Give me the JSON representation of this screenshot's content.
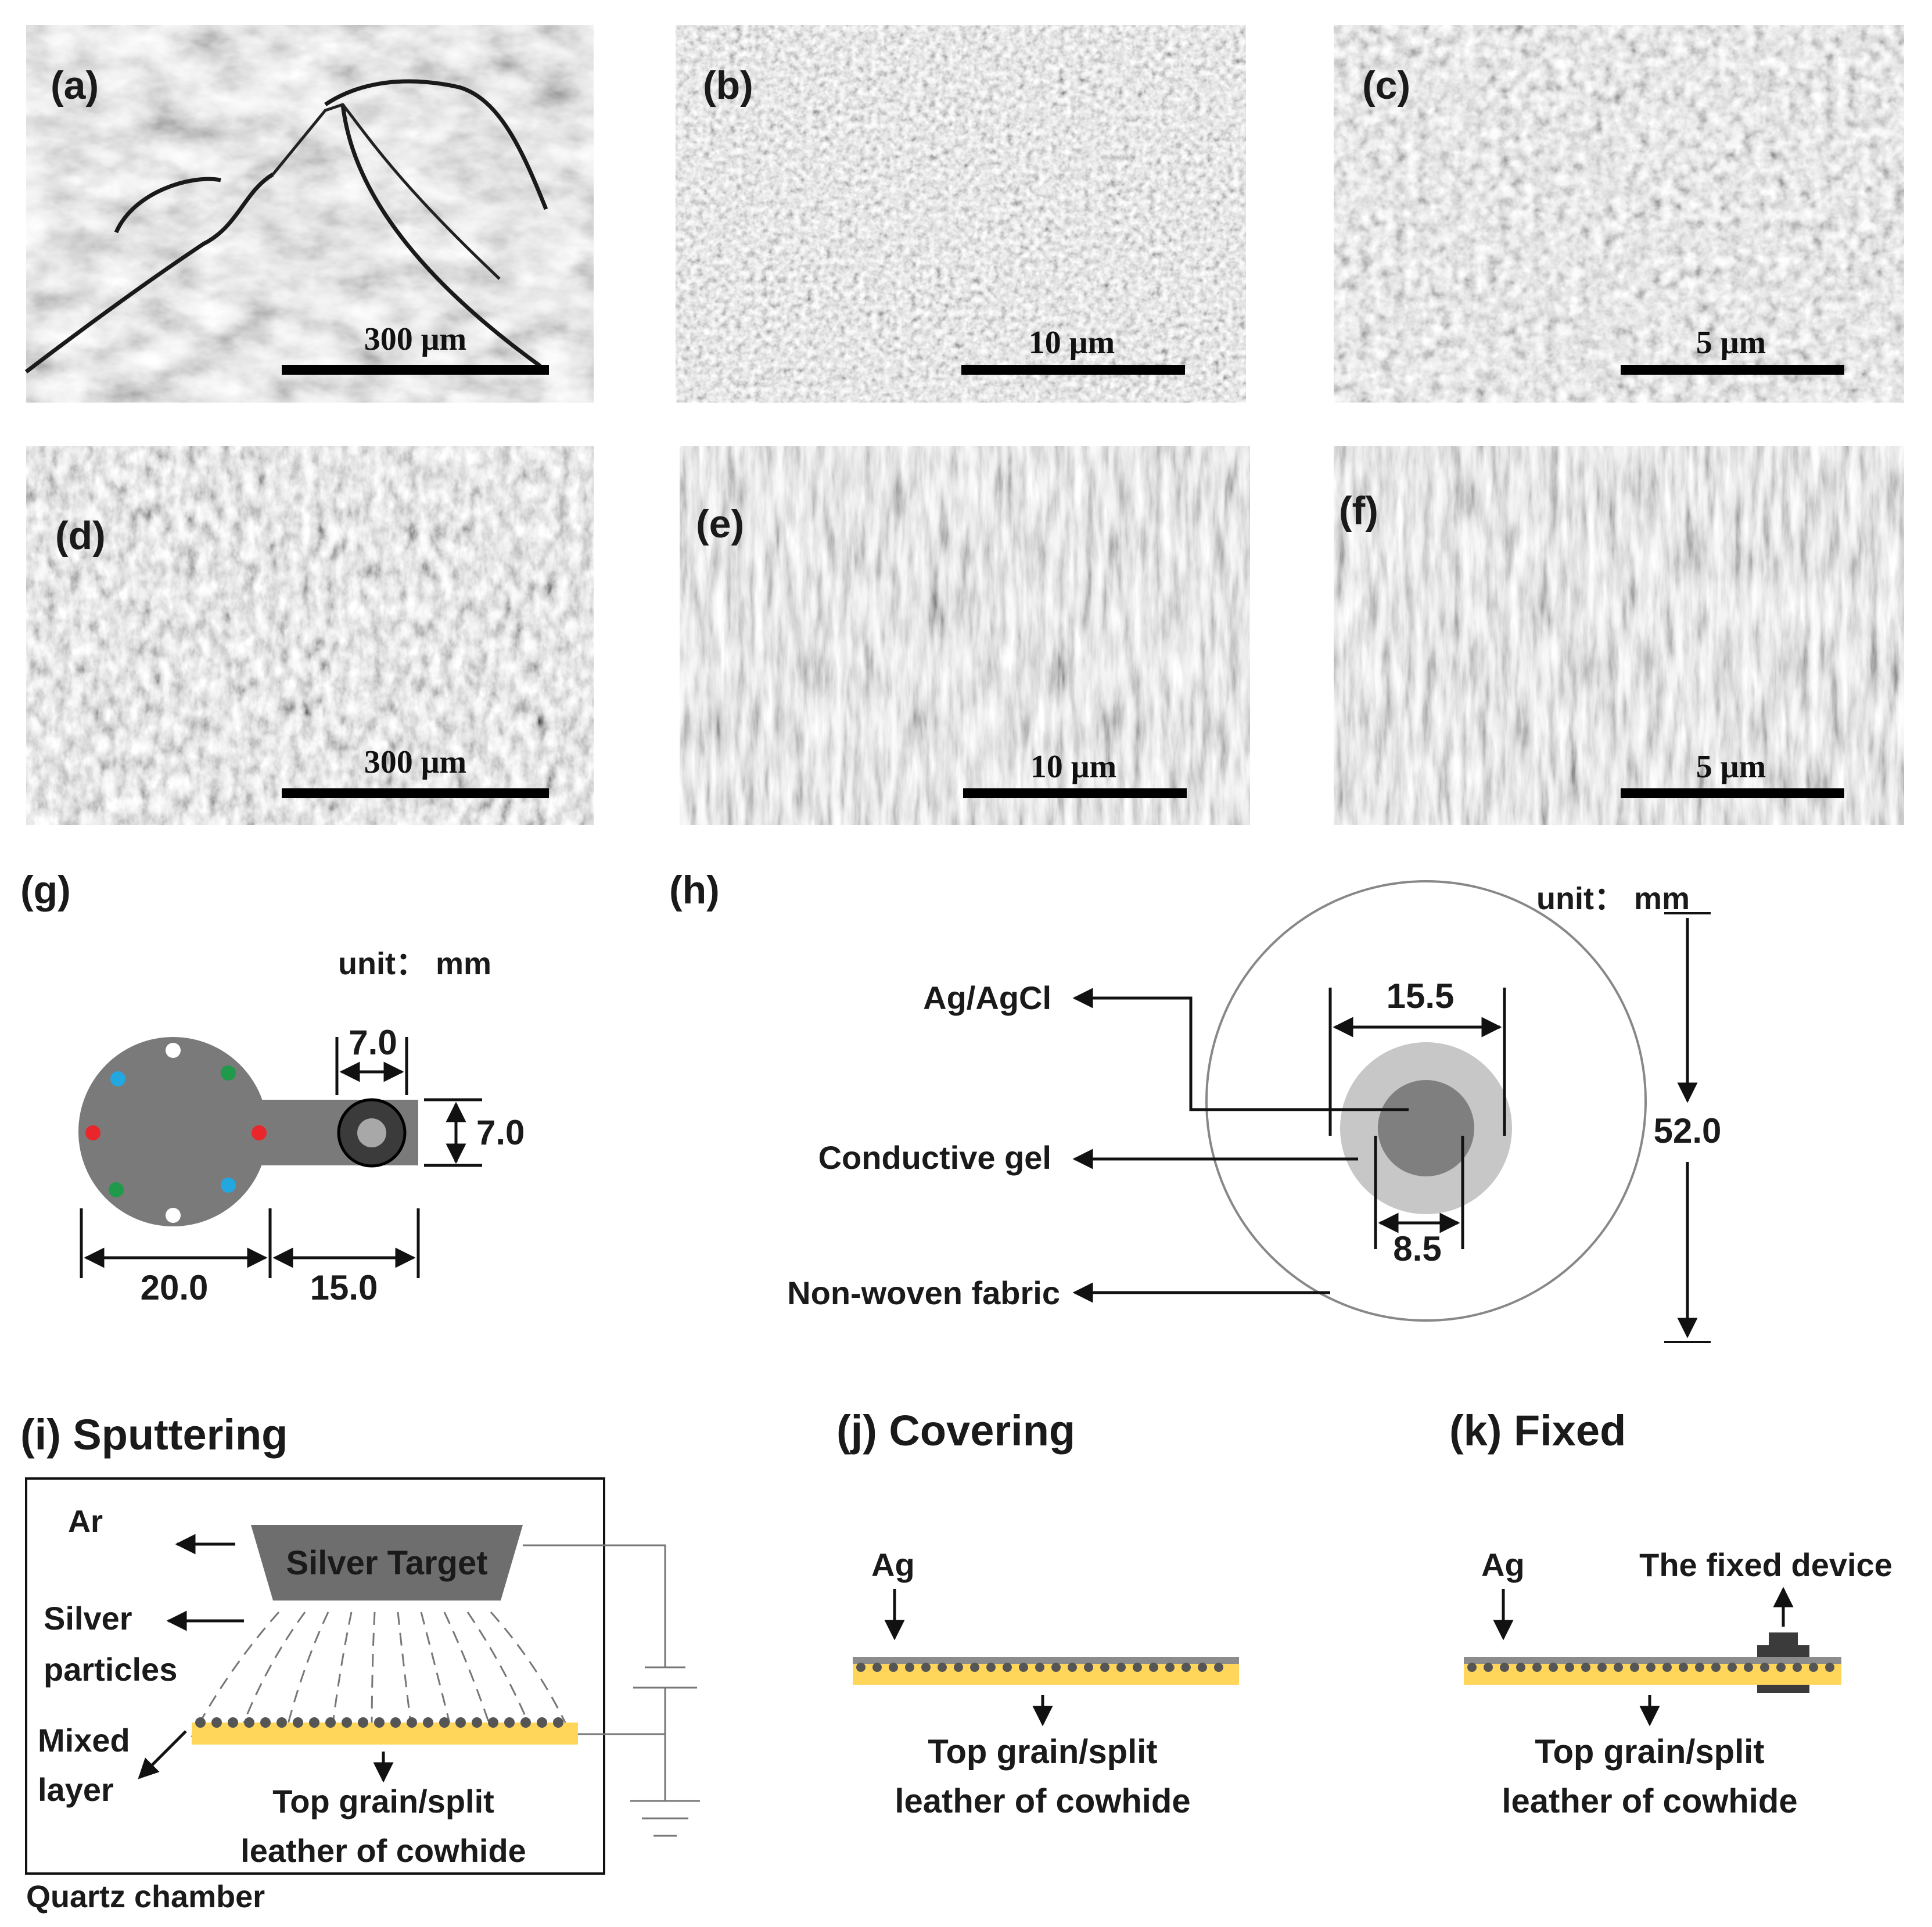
{
  "panels": {
    "a": {
      "label": "(a)",
      "scale": "300 μm"
    },
    "b": {
      "label": "(b)",
      "scale": "10 μm"
    },
    "c": {
      "label": "(c)",
      "scale": "5 μm"
    },
    "d": {
      "label": "(d)",
      "scale": "300 μm"
    },
    "e": {
      "label": "(e)",
      "scale": "10 μm"
    },
    "f": {
      "label": "(f)",
      "scale": "5 μm"
    }
  },
  "g": {
    "label": "(g)",
    "unit": "unit：  mm",
    "dims": {
      "w_small": "7.0",
      "h_small": "7.0",
      "d_main": "20.0",
      "l_tab": "15.0"
    },
    "dot_colors": {
      "white": "#ffffff",
      "green": "#1e9a4a",
      "blue": "#23a7e0",
      "red": "#e8262b"
    }
  },
  "h": {
    "label": "(h)",
    "unit": "unit：  mm",
    "dims": {
      "d_gel": "15.5",
      "d_agcl": "8.5",
      "d_fabric": "52.0"
    },
    "callouts": {
      "agcl": "Ag/AgCl",
      "gel": "Conductive gel",
      "fabric": "Non-woven fabric"
    }
  },
  "i": {
    "title": "(i) Sputtering",
    "gas": "Ar",
    "target": "Silver Target",
    "particles": [
      "Silver",
      "particles"
    ],
    "mixed": [
      "Mixed",
      "layer"
    ],
    "substrate": [
      "Top grain/split",
      "leather of cowhide"
    ],
    "chamber": "Quartz chamber"
  },
  "j": {
    "title": "(j) Covering",
    "ag": "Ag",
    "substrate": [
      "Top grain/split",
      "leather of cowhide"
    ]
  },
  "k": {
    "title": "(k) Fixed",
    "ag": "Ag",
    "device": "The fixed device",
    "substrate": [
      "Top grain/split",
      "leather of cowhide"
    ]
  },
  "colors": {
    "leather": "#ffd65a",
    "silver_layer": "#8c8c8c",
    "target": "#6e6e6e",
    "sem_base": "#6f6f6f"
  }
}
